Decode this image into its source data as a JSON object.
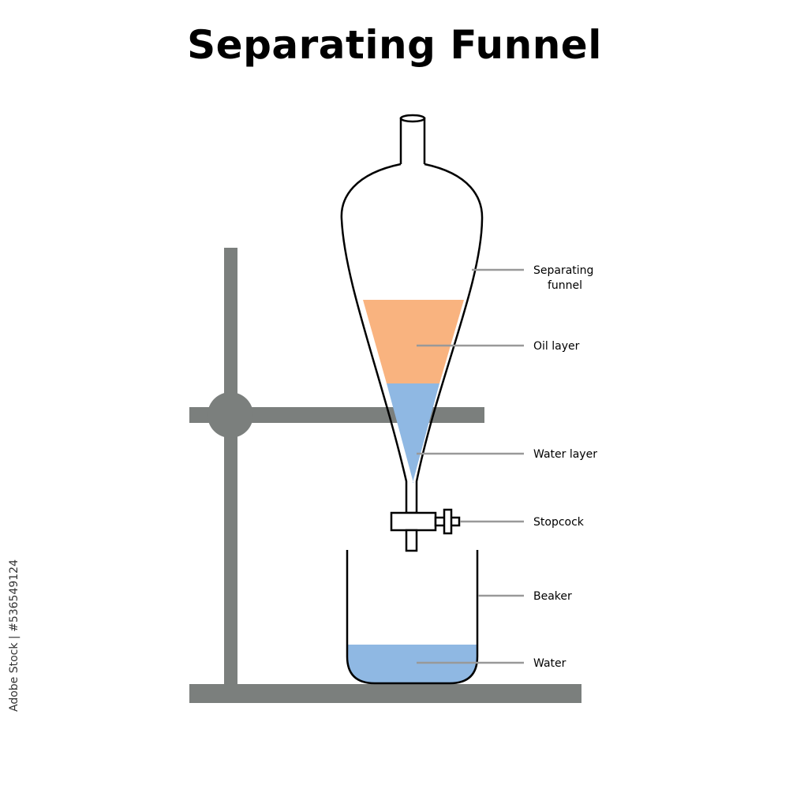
{
  "title": "Separating Funnel",
  "labels": {
    "funnel_line1": "Separating",
    "funnel_line2": "funnel",
    "oil": "Oil layer",
    "water_layer": "Water layer",
    "stopcock": "Stopcock",
    "beaker": "Beaker",
    "water": "Water"
  },
  "stock_id": "Adobe Stock | #536549124",
  "colors": {
    "stand": "#7b7f7d",
    "oil": "#f9b37f",
    "water": "#8fb8e3",
    "outline": "#000000",
    "leader": "#999999"
  }
}
